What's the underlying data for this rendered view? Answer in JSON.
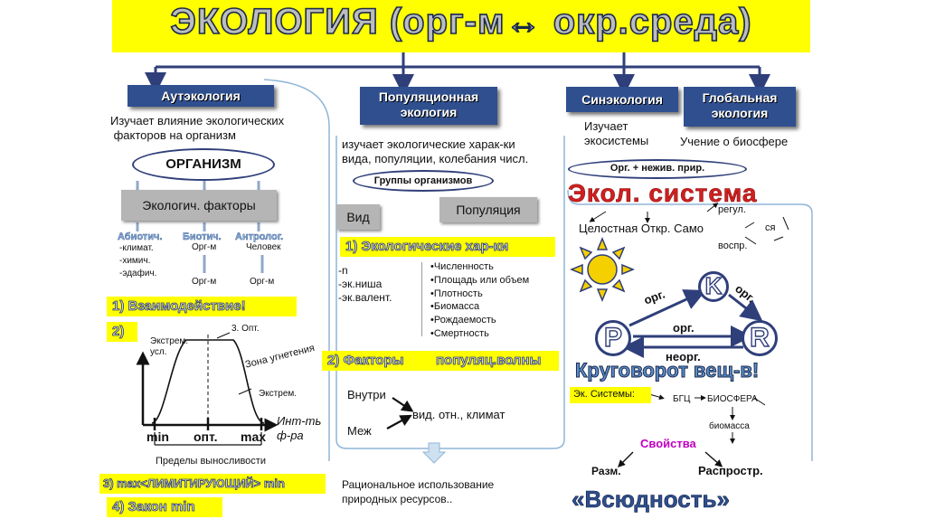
{
  "title": "ЭКОЛОГИЯ (орг-м↔   окр.среда)",
  "branches": {
    "autecology": {
      "label": "Аутэкология",
      "desc": "Изучает влияние экологических\n факторов на организм",
      "organism": "ОРГАНИЗМ",
      "factors": "Экологич. факторы",
      "abiotic": "Абиотич.",
      "biotic": "Биотич.",
      "anthropic": "Антролог.",
      "abiotic_items": "-климат.\n-химич.\n-эдафич.",
      "biotic_top": "Орг-м",
      "biotic_bottom": "Орг-м",
      "anthro_top": "Человек",
      "anthro_bottom": "Орг-м",
      "interaction": "1) Взаимодействие!",
      "item2": "2)",
      "item3": "3) max<ЛИМИТИРУЮЩИЙ> min",
      "item4": "4) Закон min"
    },
    "population": {
      "label": "Популяционная\nэкология",
      "desc": "изучает экологические харак-ки\nвида, популяции, колебания числ.",
      "groups": "Группы организмов",
      "species": "Вид",
      "population": "Популяция",
      "eco_char": "1) Экологические хар-ки",
      "left_list": "-n\n-эк.ниша\n-эк.валент.",
      "right_list": "•Численность\n•Площадь или объем\n•Плотность\n•Биомасса\n•Рождаемость\n•Смертность",
      "factors": "2) Факторы",
      "waves": "популяц.волны",
      "inside": "Внутри",
      "between": "Меж",
      "relations": "вид. отн., климат",
      "rational": "Рациональное использование\nприродных ресурсов.."
    },
    "synecology": {
      "label": "Синэкология",
      "desc": "Изучает\nэкосистемы",
      "org_env": "Орг. + нежив. прир.",
      "eco_system": "Экол. система",
      "holistic": "Целостная Откр. Само",
      "regul": "регул.",
      "sya": "ся",
      "vospr": "воспр.",
      "org1": "орг.",
      "org2": "орг.",
      "org3": "орг.",
      "neorg": "неорг.",
      "cycle": "Круговорот вещ-в!",
      "eco_systems": "Эк. Системы:",
      "btsts": "БГЦ",
      "biosphere": "БИОСФЕРА",
      "biomass": "биомасса",
      "properties": "Свойства",
      "razm": "Разм.",
      "rasprostr": "Распростр.",
      "ubiquity": "«Всюдность»",
      "letter_p": "P",
      "letter_k": "K",
      "letter_r": "R"
    },
    "global": {
      "label": "Глобальная\nэкология",
      "desc": "Учение о биосфере"
    }
  },
  "graph": {
    "opt3": "3. Опт.",
    "extreme_left": "Экстрем.\nусл.",
    "zone": "Зона угнетения",
    "extreme_right": "Экстрем.",
    "x_min": "min",
    "x_opt": "опт.",
    "x_max": "max",
    "int": "Инт-ть\nф-ра",
    "limits": "Пределы выносливости"
  },
  "colors": {
    "title_bg": "#ffff00",
    "header_bg": "#2f4f8f",
    "red_text": "#d11f1f",
    "magenta": "#c000c0"
  }
}
